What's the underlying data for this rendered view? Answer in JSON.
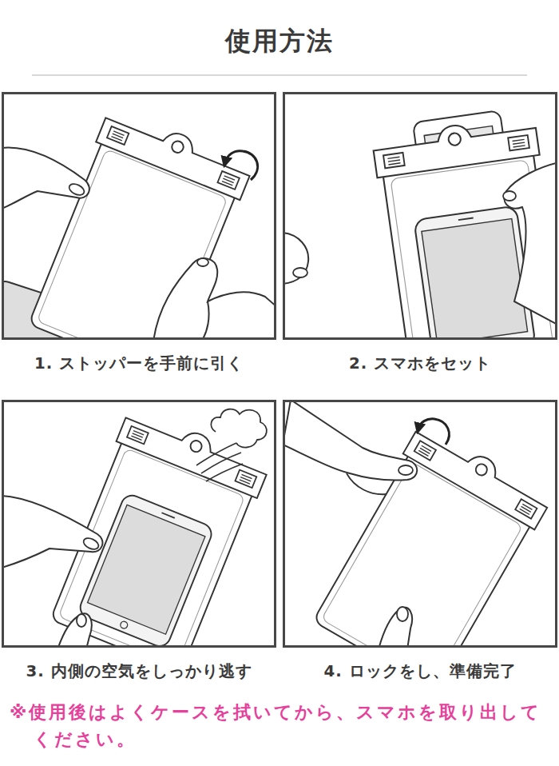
{
  "diagram": {
    "title": "使用方法",
    "nodes": [
      {
        "text": [
          "1. ストッパーを手前に引く"
        ]
      },
      {
        "text": [
          "2. スマホをセット"
        ]
      },
      {
        "text": [
          "3. 内側の空気をしっかり逃す"
        ]
      },
      {
        "text": [
          "4. ロックをし、準備完了"
        ]
      }
    ],
    "edges": [],
    "labels": [
      "※使用後はよくケースを拭いてから、スマホを取り出して ください。"
    ]
  }
}
